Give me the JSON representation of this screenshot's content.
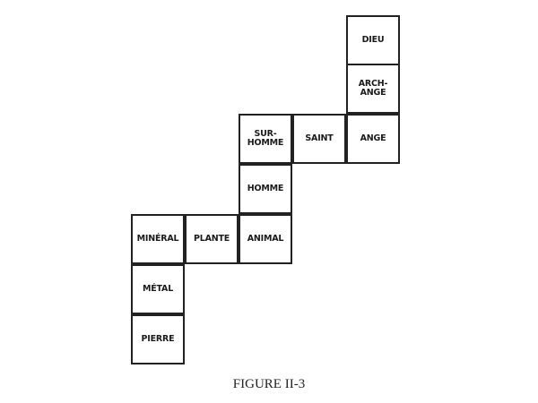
{
  "boxes": {
    "dieu": "DIEU",
    "archange": "ARCH-\nANGE",
    "ange": "ANGE",
    "saint": "SAINT",
    "surhomme": "SUR-\nHOMME",
    "homme": "HOMME",
    "animal": "ANIMAL",
    "plante": "PLANTE",
    "mineral": "MINÉRAL",
    "metal": "MÉTAL",
    "pierre": "PIERRE"
  },
  "caption": "FIGURE II-3"
}
